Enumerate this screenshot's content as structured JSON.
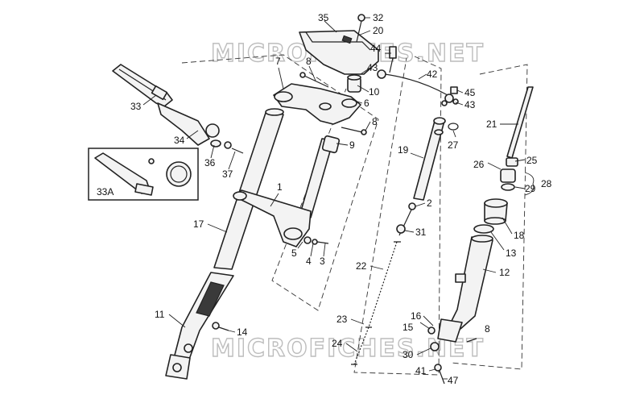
{
  "watermark": {
    "top": "MICROFICHES.NET",
    "bottom": "MICROFICHES.NET"
  },
  "callouts": {
    "c1": "1",
    "c2": "2",
    "c3": "3",
    "c4": "4",
    "c5": "5",
    "c6": "6",
    "c7": "7",
    "c8a": "8",
    "c8b": "8",
    "c8c": "8",
    "c9": "9",
    "c10": "10",
    "c11": "11",
    "c12": "12",
    "c13": "13",
    "c14": "14",
    "c15": "15",
    "c16": "16",
    "c17": "17",
    "c18": "18",
    "c19": "19",
    "c20": "20",
    "c21": "21",
    "c22": "22",
    "c23": "23",
    "c24": "24",
    "c25": "25",
    "c26": "26",
    "c27": "27",
    "c28": "28",
    "c29": "29",
    "c30": "30",
    "c31": "31",
    "c32": "32",
    "c33": "33",
    "c33a": "33A",
    "c34": "34",
    "c35": "35",
    "c36": "36",
    "c37": "37",
    "c41": "41",
    "c42": "42",
    "c43a": "43",
    "c43b": "43",
    "c44": "44",
    "c45": "45",
    "c47": "47"
  }
}
